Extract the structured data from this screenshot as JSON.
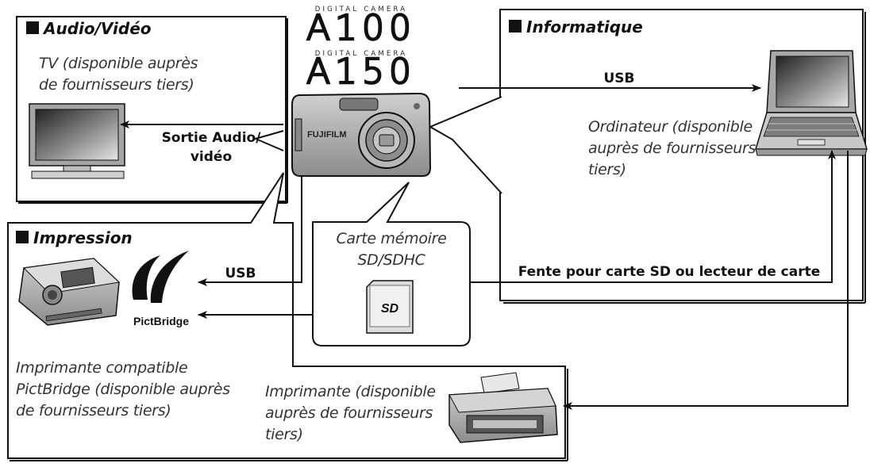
{
  "models": {
    "caption_top": "DIGITAL CAMERA",
    "model_top": "A100",
    "caption_bottom": "DIGITAL CAMERA",
    "model_bottom": "A150"
  },
  "camera": {
    "brand": "FUJIFILM"
  },
  "audio_video": {
    "heading": "Audio/Vidéo",
    "device_line1": "TV (disponible auprès",
    "device_line2": "de fournisseurs tiers)",
    "connection_line1": "Sortie Audio/",
    "connection_line2": "vidéo"
  },
  "informatique": {
    "heading": "Informatique",
    "connection": "USB",
    "device_line1": "Ordinateur (disponible",
    "device_line2": "auprès de fournisseurs",
    "device_line3": "tiers)",
    "card_connection": "Fente pour carte SD ou lecteur de carte"
  },
  "card": {
    "line1": "Carte mémoire",
    "line2": "SD/SDHC"
  },
  "impression": {
    "heading": "Impression",
    "connection": "USB",
    "pictbridge_logo": "PictBridge",
    "pictbridge_printer_line1": "Imprimante compatible",
    "pictbridge_printer_line2": "PictBridge (disponible auprès",
    "pictbridge_printer_line3": "de fournisseurs tiers)",
    "printer_line1": "Imprimante (disponible",
    "printer_line2": "auprès de fournisseurs",
    "printer_line3": "tiers)"
  },
  "colors": {
    "line": "#111111",
    "heading_square": "#111111",
    "device_gray": "#9a9a9a",
    "screen_gradient_dark": "#2b2b2b",
    "screen_gradient_light": "#d8d8d8"
  },
  "icons": [
    "camera-icon",
    "tv-icon",
    "laptop-icon",
    "sd-card-icon",
    "pictbridge-logo-icon",
    "photo-printer-icon",
    "inkjet-printer-icon"
  ]
}
